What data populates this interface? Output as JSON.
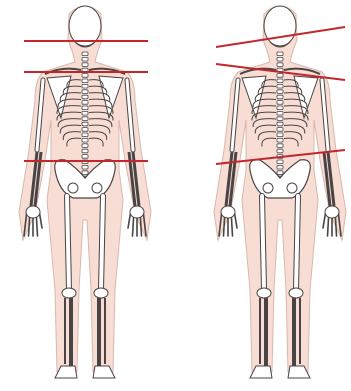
{
  "colors": {
    "background": "#ffffff",
    "body_fill": "#f7ddd4",
    "body_outline": "#d9b8ad",
    "bone": "#ffffff",
    "bone_outline": "#4a4444",
    "level_line": "#c1272d"
  },
  "figures": [
    {
      "name": "aligned-skeleton",
      "posture": "level",
      "alignment_lines": [
        "head",
        "shoulders",
        "pelvis"
      ]
    },
    {
      "name": "tilted-skeleton",
      "posture": "tilted",
      "alignment_lines": [
        "head",
        "shoulders",
        "pelvis"
      ]
    }
  ]
}
